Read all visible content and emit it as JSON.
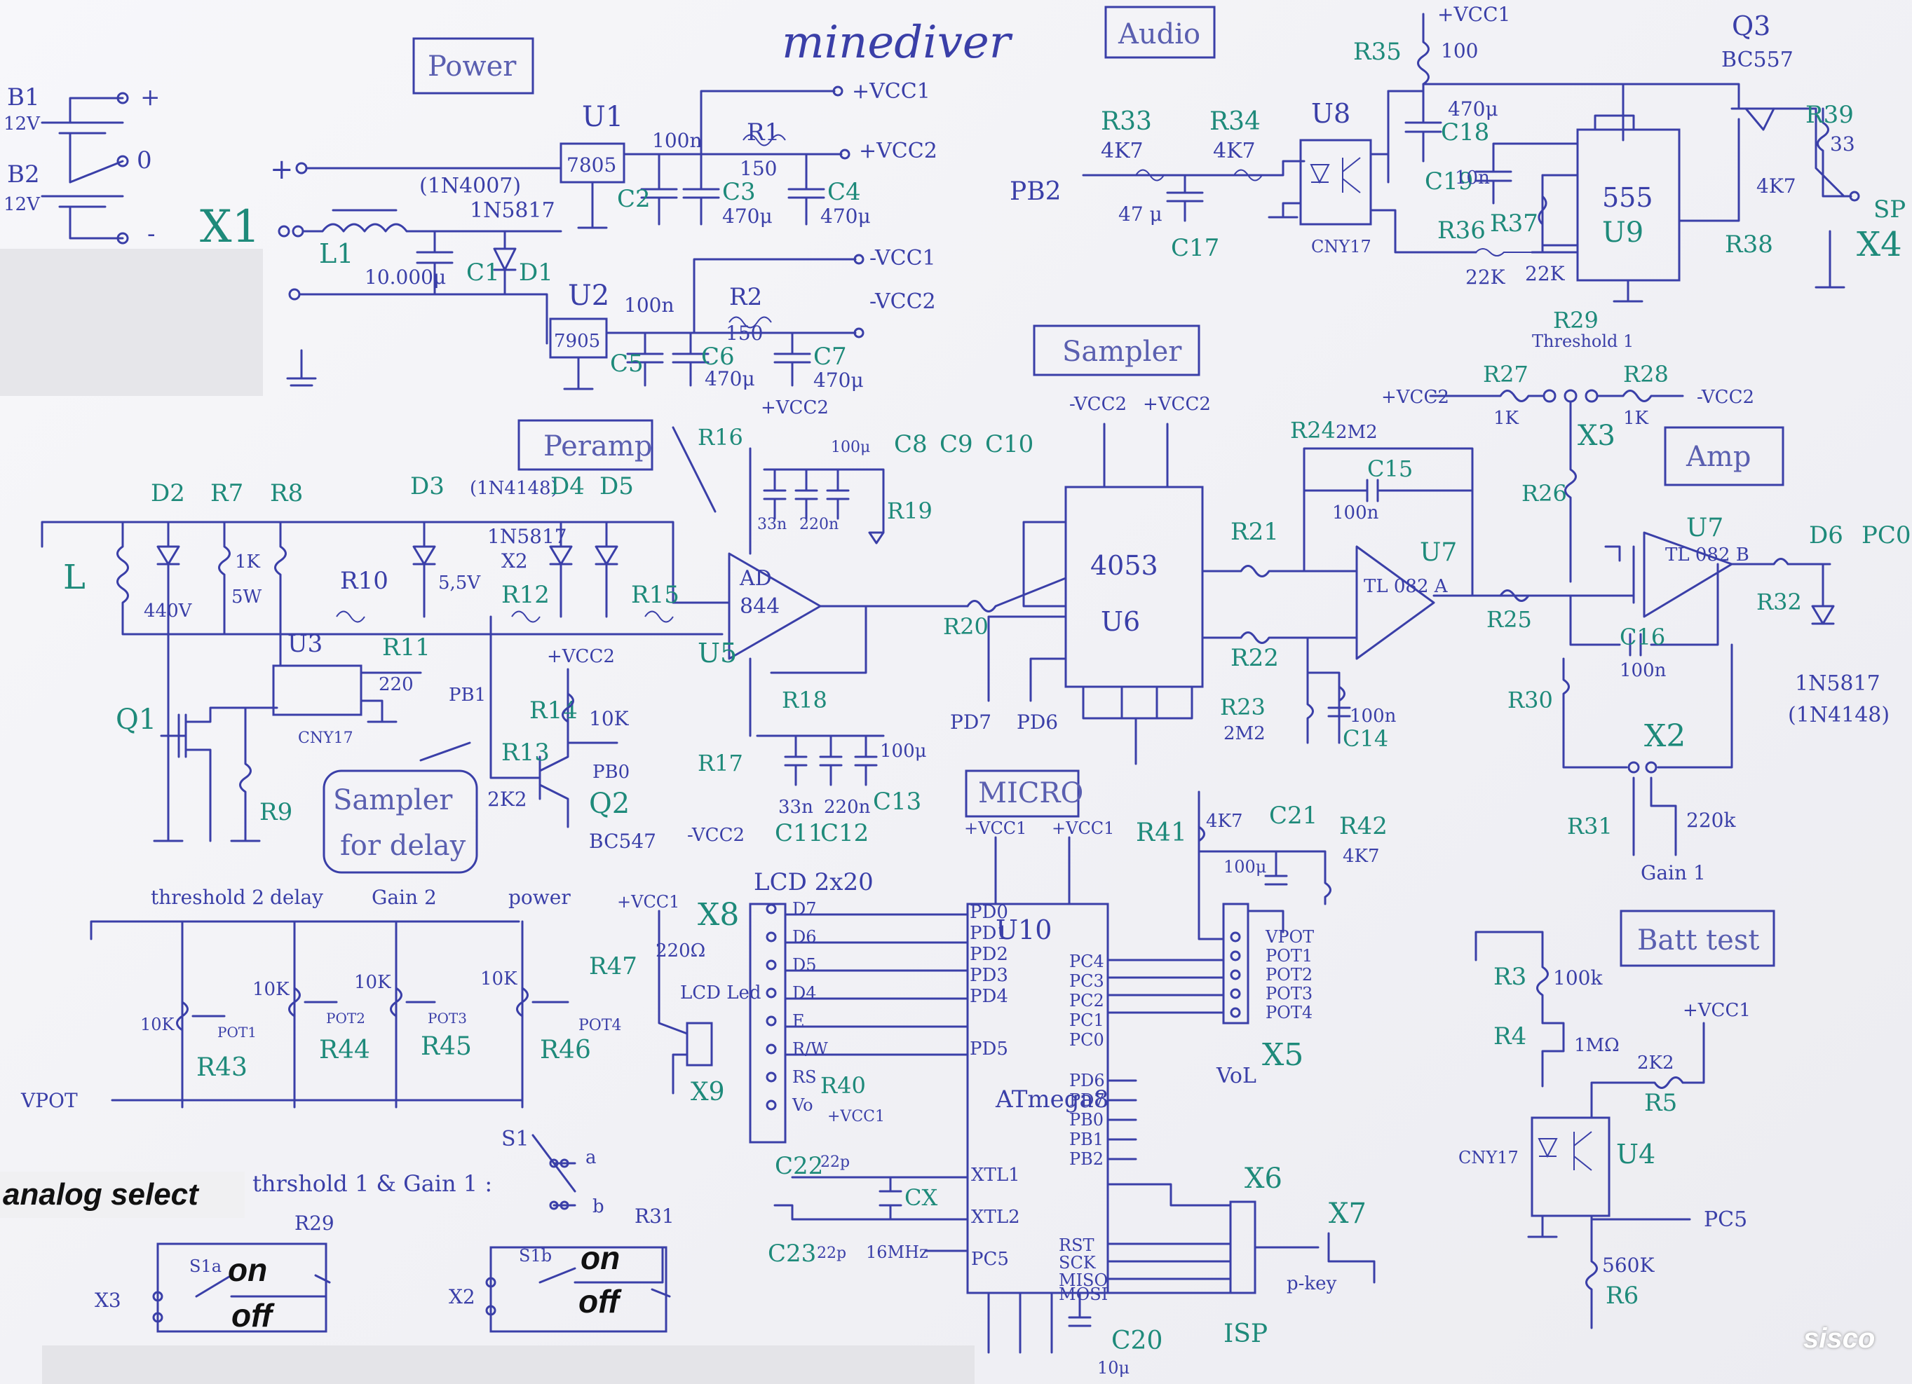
{
  "title": "minediver",
  "sections": {
    "power": "Power",
    "audio": "Audio",
    "sampler": "Sampler",
    "preamp": "Peramp",
    "amp": "Amp",
    "micro": "MICRO",
    "batt": "Batt test",
    "sampler_delay_1": "Sampler",
    "sampler_delay_2": "for delay"
  },
  "power": {
    "b1": "B1",
    "b1v": "12V",
    "b2": "B2",
    "b2v": "12V",
    "plus": "+",
    "zero": "0",
    "minus": "-",
    "x1": "X1",
    "l1": "L1",
    "c1": "C1",
    "c1v": "10.000μ",
    "d1": "D1",
    "d1_part": "(1N4007)",
    "d1_alt": "1N5817",
    "u1": "U1",
    "u1_part": "7805",
    "u2": "U2",
    "u2_part": "7905",
    "c2": "C2",
    "c2v": "100n",
    "c3": "C3",
    "c3v": "470μ",
    "c4": "C4",
    "c4v": "470μ",
    "r1": "R1",
    "r1v": "150",
    "vcc1": "+VCC1",
    "vcc2": "+VCC2",
    "c5": "C5",
    "c5v": "100n",
    "c6": "C6",
    "c6v": "470μ",
    "c7": "C7",
    "c7v": "470μ",
    "r2": "R2",
    "r2v": "150",
    "nvcc1": "-VCC1",
    "nvcc2": "-VCC2"
  },
  "audio": {
    "r35": "R35",
    "r35v": "100",
    "vcc1": "+VCC1",
    "q3": "Q3",
    "q3p": "BC557",
    "c18": "C18",
    "c18v": "470μ",
    "r33": "R33",
    "r33v": "4K7",
    "r34": "R34",
    "r34v": "4K7",
    "u8": "U8",
    "u8p": "CNY17",
    "pb2": "PB2",
    "c17": "C17",
    "c17v": "47 μ",
    "c19": "C19",
    "c19v": "10n",
    "r36": "R36",
    "r36v": "22K",
    "r37": "R37",
    "r37v": "22K",
    "u9": "U9",
    "u9p": "555",
    "r38": "R38",
    "r38v": "4K7",
    "r39": "R39",
    "r39v": "33",
    "sp": "SP",
    "x4": "X4"
  },
  "preamp": {
    "l": "L",
    "d2": "D2",
    "d2v": "440V",
    "r7": "R7",
    "r7v": "1K",
    "r7w": "5W",
    "r8": "R8",
    "r10": "R10",
    "d3": "D3",
    "d3v": "5,5V",
    "d4": "D4",
    "d5": "D5",
    "d45p": "(1N4148)",
    "x2": "X2",
    "x2p": "1N5817",
    "r12": "R12",
    "r15": "R15",
    "u3": "U3",
    "u3p": "CNY17",
    "r11": "R11",
    "r11v": "220",
    "pb1": "PB1",
    "q1": "Q1",
    "r9": "R9",
    "r13": "R13",
    "r13v": "2K2",
    "r14": "R14",
    "r14v": "10K",
    "q2": "Q2",
    "q2p": "BC547",
    "pb0": "PB0",
    "vcc2": "+VCC2",
    "nvcc2": "-VCC2",
    "u5": "U5",
    "u5p1": "AD",
    "u5p2": "844",
    "r16": "R16",
    "r17": "R17",
    "r18": "R18",
    "r19": "R19",
    "c8": "C8",
    "c9": "C9",
    "c10": "C10",
    "c8v": "33n",
    "c9v": "220n",
    "c10v": "100μ",
    "c11": "C11",
    "c12": "C12",
    "c13": "C13",
    "c11v": "33n",
    "c12v": "220n",
    "c13v": "100μ"
  },
  "sampler": {
    "u6": "U6",
    "u6p": "4053",
    "r20": "R20",
    "r21": "R21",
    "r22": "R22",
    "nvcc2": "-VCC2",
    "vcc2": "+VCC2",
    "pd7": "PD7",
    "pd6": "PD6",
    "r24": "R24",
    "r24v": "2M2",
    "c15": "C15",
    "c15v": "100n",
    "u7a": "U7",
    "u7ap": "TL 082 A",
    "r23": "R23",
    "r23v": "2M2",
    "c14": "C14",
    "c14v": "100n"
  },
  "amp": {
    "r29": "R29",
    "thr": "Threshold 1",
    "r27": "R27",
    "r27v": "1K",
    "r28": "R28",
    "r28v": "1K",
    "x3": "X3",
    "vcc2": "+VCC2",
    "nvcc2": "-VCC2",
    "r26": "R26",
    "r25": "R25",
    "u7": "U7",
    "u7p": "TL 082 B",
    "c16": "C16",
    "c16v": "100n",
    "r30": "R30",
    "d6": "D6",
    "pc0": "PC0",
    "r32": "R32",
    "d6p": "1N5817",
    "d6alt": "(1N4148)",
    "x2": "X2",
    "r31": "R31",
    "r31v": "220k",
    "gain1": "Gain 1"
  },
  "micro": {
    "u10": "U10",
    "mcu": "ATmega8",
    "lcd": "LCD 2x20",
    "x8": "X8",
    "lcd_pins": [
      "D7",
      "D6",
      "D5",
      "D4",
      "E",
      "R/W",
      "RS",
      "Vo"
    ],
    "r40": "R40",
    "vcc1": "+VCC1",
    "r47": "R47",
    "r47v": "220Ω",
    "led": "LCD Led",
    "x9": "X9",
    "pd_pins": [
      "PD0",
      "PD1",
      "PD2",
      "PD3",
      "PD4",
      "PD5"
    ],
    "pc_pins": [
      "PC4",
      "PC3",
      "PC2",
      "PC1",
      "PC0",
      "PD6",
      "PD7",
      "PB0",
      "PB1",
      "PB2"
    ],
    "c22": "C22",
    "c22v": "22p",
    "c23": "C23",
    "c23v": "22p",
    "cx": "CX",
    "xtal": "16MHz",
    "xtl1": "XTL1",
    "xtl2": "XTL2",
    "pc5": "PC5",
    "rst": "RST",
    "sck": "SCK",
    "miso": "MISO",
    "mosi": "MOSI",
    "x6": "X6",
    "isp": "ISP",
    "x7": "X7",
    "pkey": "p-key",
    "c20": "C20",
    "c20v": "10μ",
    "r41": "R41",
    "r41v": "4K7",
    "c21": "C21",
    "c21v": "100μ",
    "r42": "R42",
    "r42v": "4K7",
    "x5": "X5",
    "vol": "VoL",
    "pot_pins": [
      "VPOT",
      "POT1",
      "POT2",
      "POT3",
      "POT4"
    ]
  },
  "pots": {
    "labels": [
      "threshold 2",
      "delay",
      "Gain 2",
      "power"
    ],
    "r43": "R43",
    "r44": "R44",
    "r45": "R45",
    "r46": "R46",
    "val": "10K",
    "pot1": "POT1",
    "pot2": "POT2",
    "pot3": "POT3",
    "pot4": "POT4",
    "vpot": "VPOT",
    "s1": "S1",
    "s1a": "a",
    "s1b": "b",
    "s1a_lbl": "S1a",
    "s1b_lbl": "S1b",
    "thr_gain": "thrshold 1 & Gain 1 :",
    "x3": "X3",
    "x2": "X2",
    "r29": "R29",
    "r31": "R31"
  },
  "batt": {
    "r3": "R3",
    "r3v": "100k",
    "r4": "R4",
    "r4v": "1MΩ",
    "r5": "R5",
    "r5v": "2K2",
    "vcc1": "+VCC1",
    "u4": "U4",
    "u4p": "CNY17",
    "pc5": "PC5",
    "r6": "R6",
    "r6v": "560K"
  },
  "overlay": {
    "analog_select": "analog select",
    "on1": "on",
    "off1": "off",
    "on2": "on",
    "off2": "off",
    "signature": "sisco"
  }
}
